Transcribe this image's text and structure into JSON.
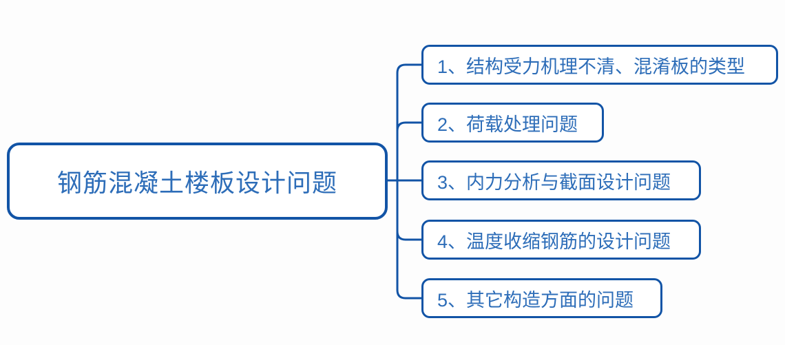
{
  "diagram": {
    "type": "mindmap",
    "orientation": "left-to-right",
    "colors": {
      "node_border": "#1254a6",
      "node_text": "#2d6db8",
      "connector": "#1254a6",
      "node_background": "#ffffff",
      "canvas_background": "#fdfdfd"
    },
    "root": {
      "label": "钢筋混凝土楼板设计问题"
    },
    "children": [
      {
        "label": "1、结构受力机理不清、混淆板的类型"
      },
      {
        "label": "2、荷载处理问题"
      },
      {
        "label": "3、内力分析与截面设计问题"
      },
      {
        "label": "4、温度收缩钢筋的设计问题"
      },
      {
        "label": "5、其它构造方面的问题"
      }
    ]
  }
}
